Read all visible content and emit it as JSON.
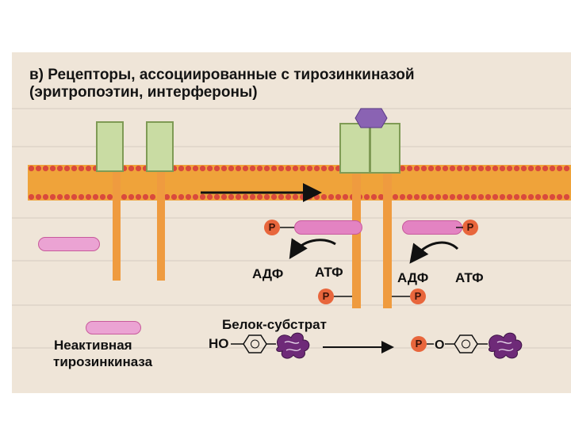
{
  "title": {
    "line1": "в) Рецепторы, ассоциированные с тирозинкиназой",
    "line2": "(эритропоэтин, интерфероны)"
  },
  "labels": {
    "adp_left": "АДФ",
    "atp_left": "АТФ",
    "adp_right": "АДФ",
    "atp_right": "АТФ",
    "substrate": "Белок-субстрат",
    "ho": "НО",
    "inactive_line1": "Неактивная",
    "inactive_line2": "тирозинкиназа",
    "phosphate": "P"
  },
  "colors": {
    "membrane": "#efa33a",
    "lipid_heads": "#d94a3c",
    "receptor_box": "#c9dca3",
    "ligand": "#8a63b3",
    "kinase": "#e99ad0",
    "phosphate": "#e8663c",
    "protein": "#6e2a78"
  }
}
